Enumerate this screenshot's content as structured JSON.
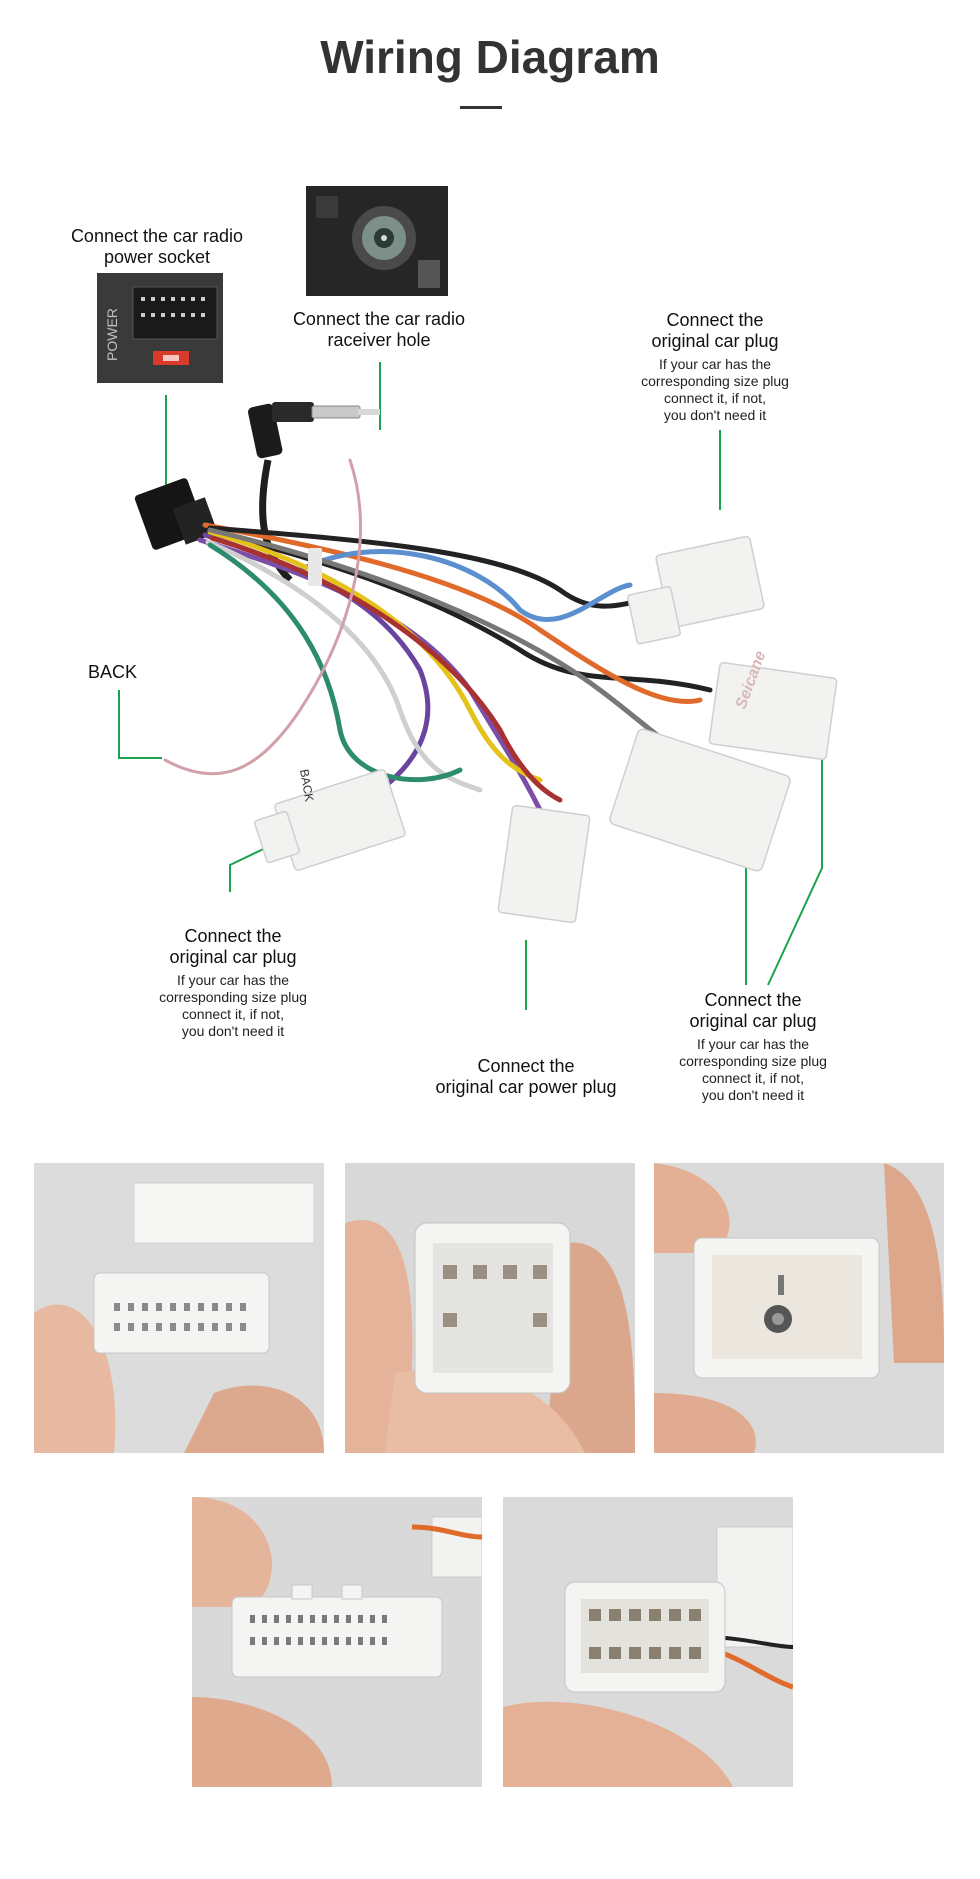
{
  "page": {
    "title": "Wiring Diagram"
  },
  "labels": {
    "power_socket": {
      "main": "Connect the car radio\npower socket"
    },
    "receiver_hole": {
      "main": "Connect the  car radio\nraceiver hole"
    },
    "plug_top_right": {
      "main": "Connect the\noriginal car plug",
      "sub": "If your car has the\ncorresponding size plug\nconnect it, if not,\nyou don't need it"
    },
    "back": {
      "main": "BACK"
    },
    "plug_bottom_left": {
      "main": "Connect the\noriginal car plug",
      "sub": "If your car has the\ncorresponding size plug\nconnect it, if not,\nyou don't need it"
    },
    "power_plug": {
      "main": "Connect the\noriginal car power plug"
    },
    "plug_bottom_right": {
      "main": "Connect the\noriginal car plug",
      "sub": "If your car has the\ncorresponding size plug\nconnect it, if not,\nyou don't need it"
    }
  },
  "stickers": {
    "power_text": "POWER",
    "wire_tag": "BACK",
    "brand": "Seicane"
  },
  "colors": {
    "leader_line": "#1aa34a",
    "connector_white": "#f2f2f0",
    "wire_purple": "#7b4fa8",
    "wire_orange": "#e06a2a",
    "wire_blue": "#5b8fd0",
    "wire_pink": "#d2a0a8",
    "wire_green": "#2e8c6e",
    "wire_black": "#222222"
  },
  "photos": [
    {
      "name": "photo-connector-wide"
    },
    {
      "name": "photo-connector-8pin"
    },
    {
      "name": "photo-connector-antenna"
    },
    {
      "name": "photo-connector-24pin"
    },
    {
      "name": "photo-connector-12pin"
    }
  ]
}
